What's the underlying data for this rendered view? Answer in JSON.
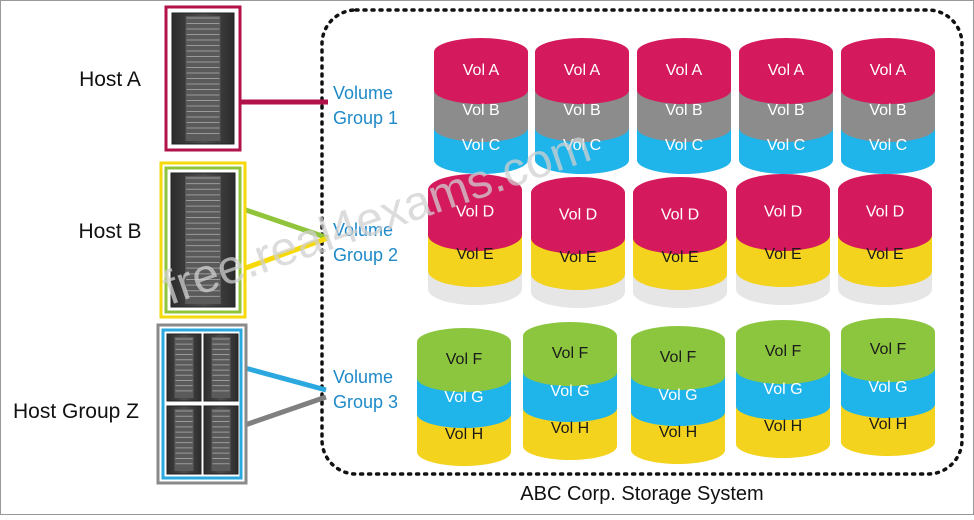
{
  "hosts": [
    {
      "label": "Host A"
    },
    {
      "label": "Host B"
    },
    {
      "label": "Host Group Z"
    }
  ],
  "groups": [
    {
      "line1": "Volume",
      "line2": "Group 1"
    },
    {
      "line1": "Volume",
      "line2": "Group 2"
    },
    {
      "line1": "Volume",
      "line2": "Group 3"
    }
  ],
  "volumes": {
    "A": "Vol A",
    "B": "Vol B",
    "C": "Vol C",
    "D": "Vol D",
    "E": "Vol E",
    "F": "Vol F",
    "G": "Vol G",
    "H": "Vol H"
  },
  "storage_label": "ABC Corp. Storage System",
  "watermark": "free.real4exams.com",
  "colors": {
    "group1": "#b2124a",
    "group2": "#8fc43b",
    "group2_alt": "#f5d90a",
    "group3": "#2aa8df",
    "group3_alt": "#808080",
    "vol_A": "#d41a5c",
    "vol_B": "#8c8c8c",
    "vol_C": "#1fb4ea",
    "vol_D": "#d41a5c",
    "vol_E": "#f3d31e",
    "vol_F": "#8cc63f",
    "vol_G": "#1fb4ea",
    "vol_H": "#f3d31e",
    "label_blue": "#1f8ac8"
  }
}
